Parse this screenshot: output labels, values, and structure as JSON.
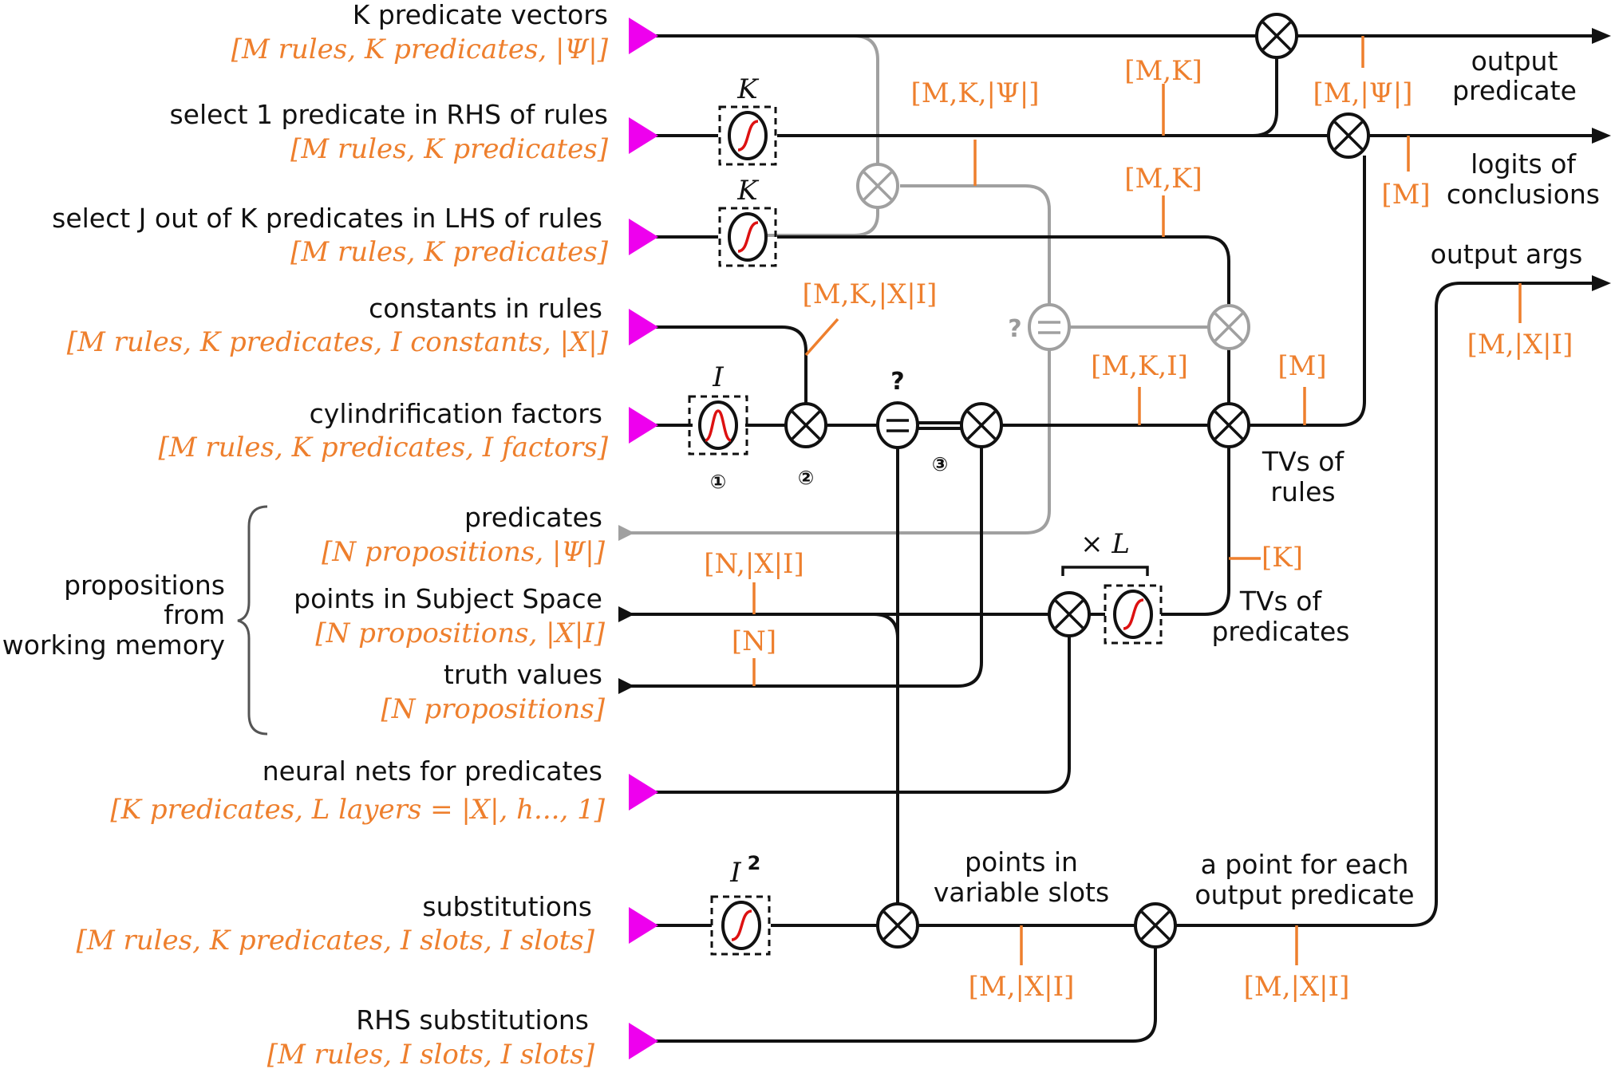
{
  "inputs": [
    {
      "label": "K predicate vectors",
      "dims": "[M rules, K predicates, |Ψ|]"
    },
    {
      "label": "select 1 predicate in RHS of rules",
      "dims": "[M rules, K predicates]"
    },
    {
      "label": "select J out of K predicates in LHS of rules",
      "dims": "[M rules, K predicates]"
    },
    {
      "label": "constants in rules",
      "dims": "[M rules, K predicates, I constants, |X|]"
    },
    {
      "label": "cylindrification factors",
      "dims": "[M rules, K predicates, I factors]"
    },
    {
      "label": "predicates",
      "dims": "[N propositions, |Ψ|]"
    },
    {
      "label": "points in Subject Space",
      "dims": "[N propositions, |X|I]"
    },
    {
      "label": "truth values",
      "dims": "[N propositions]"
    },
    {
      "label": "neural nets for predicates",
      "dims": "[K predicates, L layers = |X|, h..., 1]"
    },
    {
      "label": "substitutions",
      "dims": "[M rules, K predicates, I slots, I slots]"
    },
    {
      "label": "RHS substitutions",
      "dims": "[M rules, I slots, I slots]"
    }
  ],
  "brace_label": [
    "propositions",
    "from",
    "working memory"
  ],
  "box_labels": {
    "k1": "K",
    "k2": "K",
    "i": "I",
    "i2": "I",
    "i2_exp": "2",
    "xl": "× L"
  },
  "step_markers": [
    "①",
    "②",
    "③"
  ],
  "question_marks": [
    "?",
    "?"
  ],
  "wire_dims": {
    "mk_top": "[M,K]",
    "mkpsi": "[M,K,|Ψ|]",
    "mpsi": "[M,|Ψ|]",
    "mk_mid": "[M,K]",
    "mm": "[M]",
    "mkxi": "[M,K,|X|I]",
    "mki": "[M,K,I]",
    "nxi": "[N,|X|I]",
    "nn": "[N]",
    "kk": "[K]",
    "mxi_right": "[M,|X|I]",
    "mxi_slots": "[M,|X|I]",
    "mxi_point": "[M,|X|I]"
  },
  "outputs": {
    "output_predicate": [
      "output",
      "predicate"
    ],
    "logits": [
      "logits of",
      "conclusions"
    ],
    "logits_dim": "[M]",
    "output_args": "output args"
  },
  "notes": {
    "tvs_rules": [
      "TVs of",
      "rules"
    ],
    "tvs_predicates": [
      "TVs of",
      "predicates"
    ],
    "points_slots": [
      "points in",
      "variable slots"
    ],
    "point_output": [
      "a point for each",
      "output predicate"
    ]
  }
}
